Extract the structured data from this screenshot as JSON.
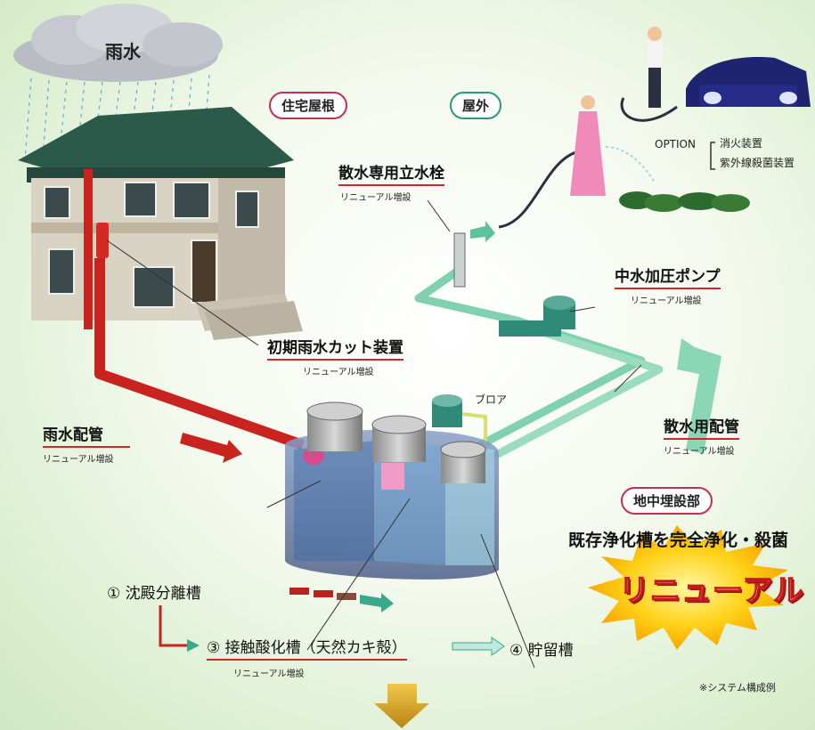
{
  "labels": {
    "rain": "雨水",
    "roof": "住宅屋根",
    "outdoor": "屋外",
    "sprinkler_tap": "散水専用立水栓",
    "sprinkler_tap_sub": "リニューアル増設",
    "pump": "中水加圧ポンプ",
    "pump_sub": "リニューアル増設",
    "first_flush": "初期雨水カット装置",
    "first_flush_sub": "リニューアル増設",
    "blower": "ブロア",
    "rain_pipe": "雨水配管",
    "rain_pipe_sub": "リニューアル増設",
    "sprinkle_pipe": "散水用配管",
    "sprinkle_pipe_sub": "リニューアル増設",
    "underground": "地中埋設部",
    "option": "OPTION",
    "option_1": "消火装置",
    "option_2": "紫外線殺菌装置",
    "banner": "既存浄化槽を完全浄化・殺菌",
    "renewal": "リニューアル",
    "step1": "① 沈殿分離槽",
    "step3": "③ 接触酸化槽（天然カキ殻）",
    "step3_sub": "リニューアル増設",
    "step4": "④ 貯留槽",
    "system_note": "※システム構成例"
  },
  "colors": {
    "rain_pipe": "#c8231f",
    "water_pipe": "#7fd1b0",
    "accent_red": "#d0282a",
    "pill_green": "#2a9a72"
  }
}
